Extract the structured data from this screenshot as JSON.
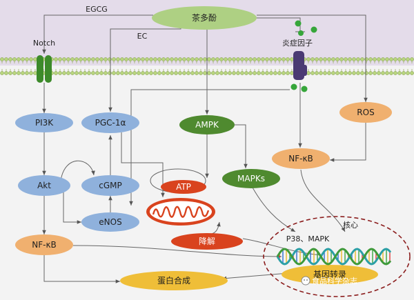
{
  "labels": {
    "tea_polyphenols": "茶多酚",
    "egcg": "EGCG",
    "ec": "EC",
    "notch": "Notch",
    "inflammatory_factor": "炎症因子",
    "pi3k": "PI3K",
    "pgc1a": "PGC-1α",
    "ampk": "AMPK",
    "ros": "ROS",
    "nfkb_right": "NF-κB",
    "akt": "Akt",
    "cgmp": "cGMP",
    "atp": "ATP",
    "mapks": "MAPKs",
    "enos": "eNOS",
    "degradation": "降解",
    "nucleus": "核心",
    "p38_mapk": "P38、MAPK",
    "nfkb_left": "NF-κB",
    "gene_transcription": "基因转录",
    "protein_synthesis": "蛋白合成",
    "watermark": "食品科学杂志"
  },
  "colors": {
    "extracellular": "#e4dcea",
    "cytoplasm": "#f3f3f3",
    "membrane_head": "#b8d57e",
    "green_oval": "#aed083",
    "blue_oval": "#8fb1dc",
    "dark_green_oval": "#4f8a2f",
    "orange_oval": "#f0b06f",
    "red_oval": "#d9431e",
    "yellow_oval": "#efbe38",
    "purple_receptor": "#4a3a73",
    "green_dot": "#36a63a",
    "nucleus_border": "#8b1d1d",
    "arrow": "#666666"
  }
}
